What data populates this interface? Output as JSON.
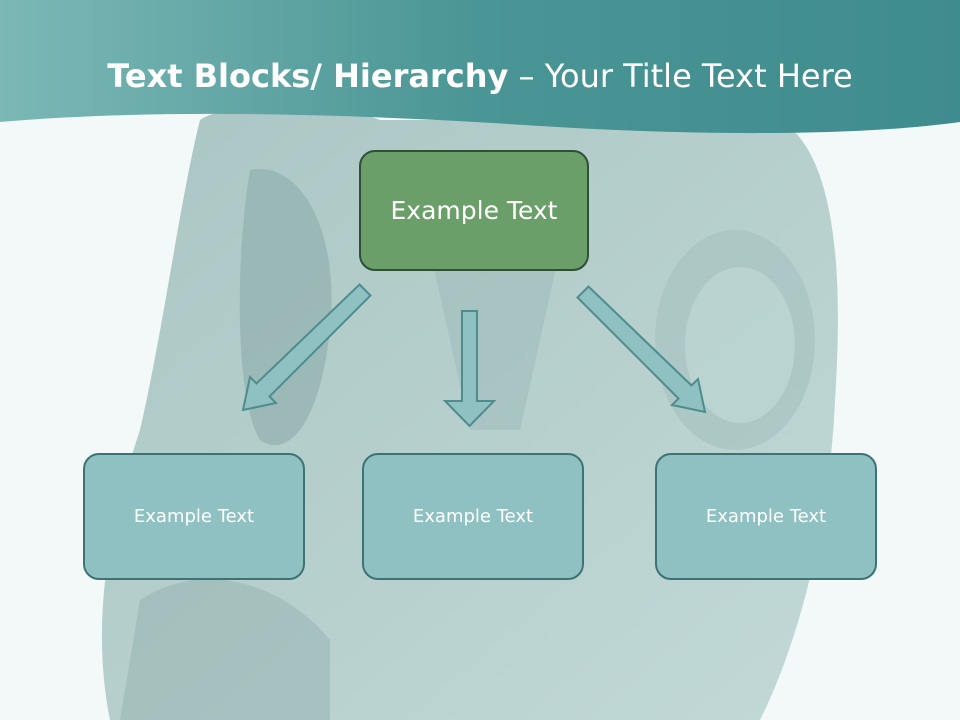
{
  "slide": {
    "title_bold": "Text Blocks/ Hierarchy",
    "title_dash": " – ",
    "title_rest": "Your Title Text Here"
  },
  "hierarchy": {
    "top": {
      "label": "Example Text"
    },
    "children": [
      {
        "label": "Example Text"
      },
      {
        "label": "Example Text"
      },
      {
        "label": "Example Text"
      }
    ]
  },
  "colors": {
    "header": "#4f9c9c",
    "top_box": "#6b9f6a",
    "child_box": "#8fc1c2",
    "arrow": "#8fc1c2"
  }
}
